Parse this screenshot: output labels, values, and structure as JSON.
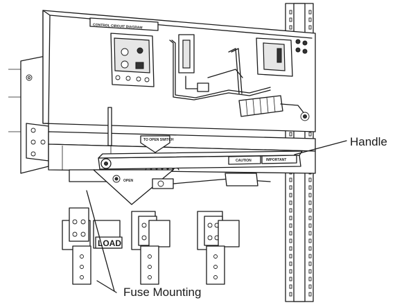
{
  "labels": {
    "handle": "Handle",
    "fuse_mounting": "Fuse Mounting"
  },
  "panel_text": {
    "diagram_title": "CONTROL CIRCUIT DIAGRAM",
    "to_open_switch": "TO OPEN SWITCH",
    "caution": "CAUTION",
    "important": "IMPORTANT",
    "open": "OPEN",
    "load": "LOAD"
  }
}
